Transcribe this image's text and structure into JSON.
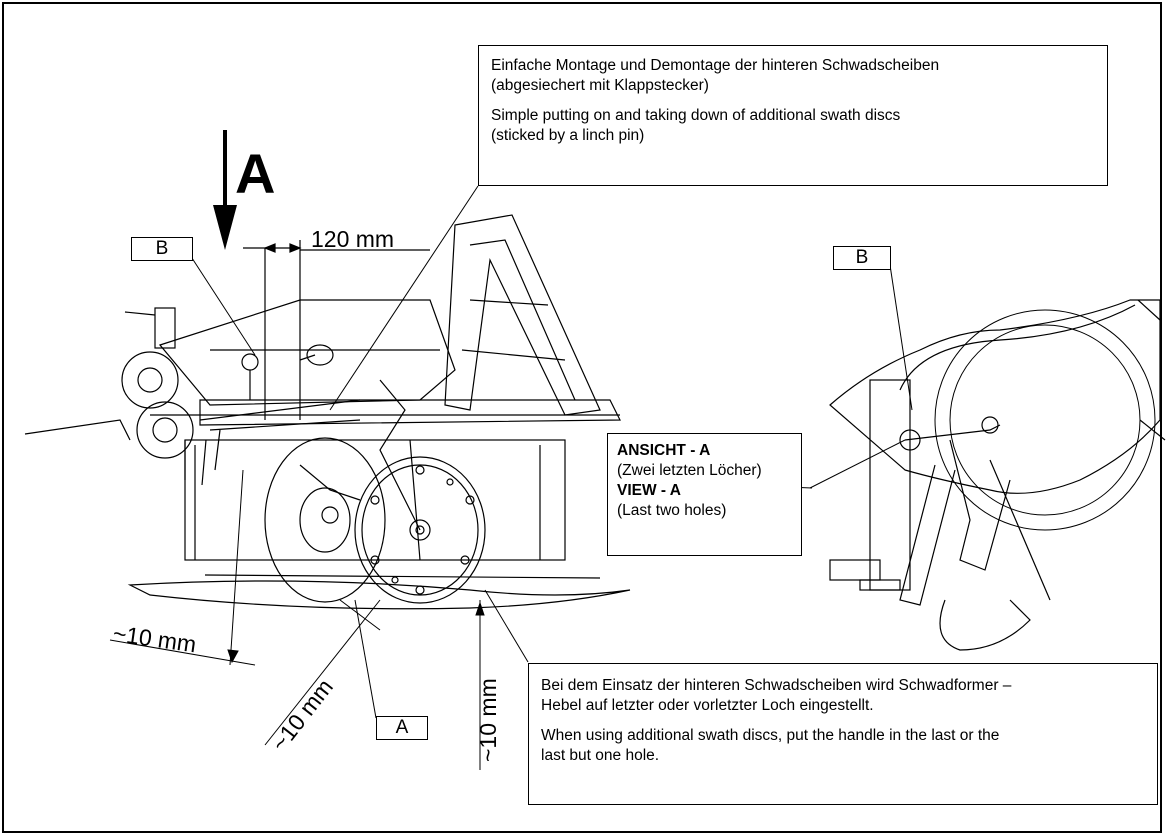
{
  "view_letter": "A",
  "callout_top": {
    "de": [
      "Einfache Montage und Demontage der hinteren Schwadscheiben",
      "(abgesiechert mit Klappstecker)"
    ],
    "en": [
      "Simple putting on and taking down of additional swath discs",
      "(sticked by a linch pin)"
    ]
  },
  "callout_view": {
    "de_title": "ANSICHT - A",
    "de_sub": "(Zwei letzten Löcher)",
    "en_title": "VIEW  - A",
    "en_sub": "(Last two holes)"
  },
  "callout_bottom": {
    "de": [
      "Bei dem Einsatz der hinteren Schwadscheiben wird Schwadformer –",
      "Hebel auf letzter oder vorletzter Loch eingestellt."
    ],
    "en": [
      "When using additional swath discs, put the handle in the last or the",
      "last but one hole."
    ]
  },
  "tags": {
    "b_left": "B",
    "b_right": "B",
    "a_bottom": "A"
  },
  "dimensions": {
    "width_120": "120 mm",
    "gap_left": "~10 mm",
    "gap_diag": "~10 mm",
    "gap_vert": "~10 mm"
  }
}
